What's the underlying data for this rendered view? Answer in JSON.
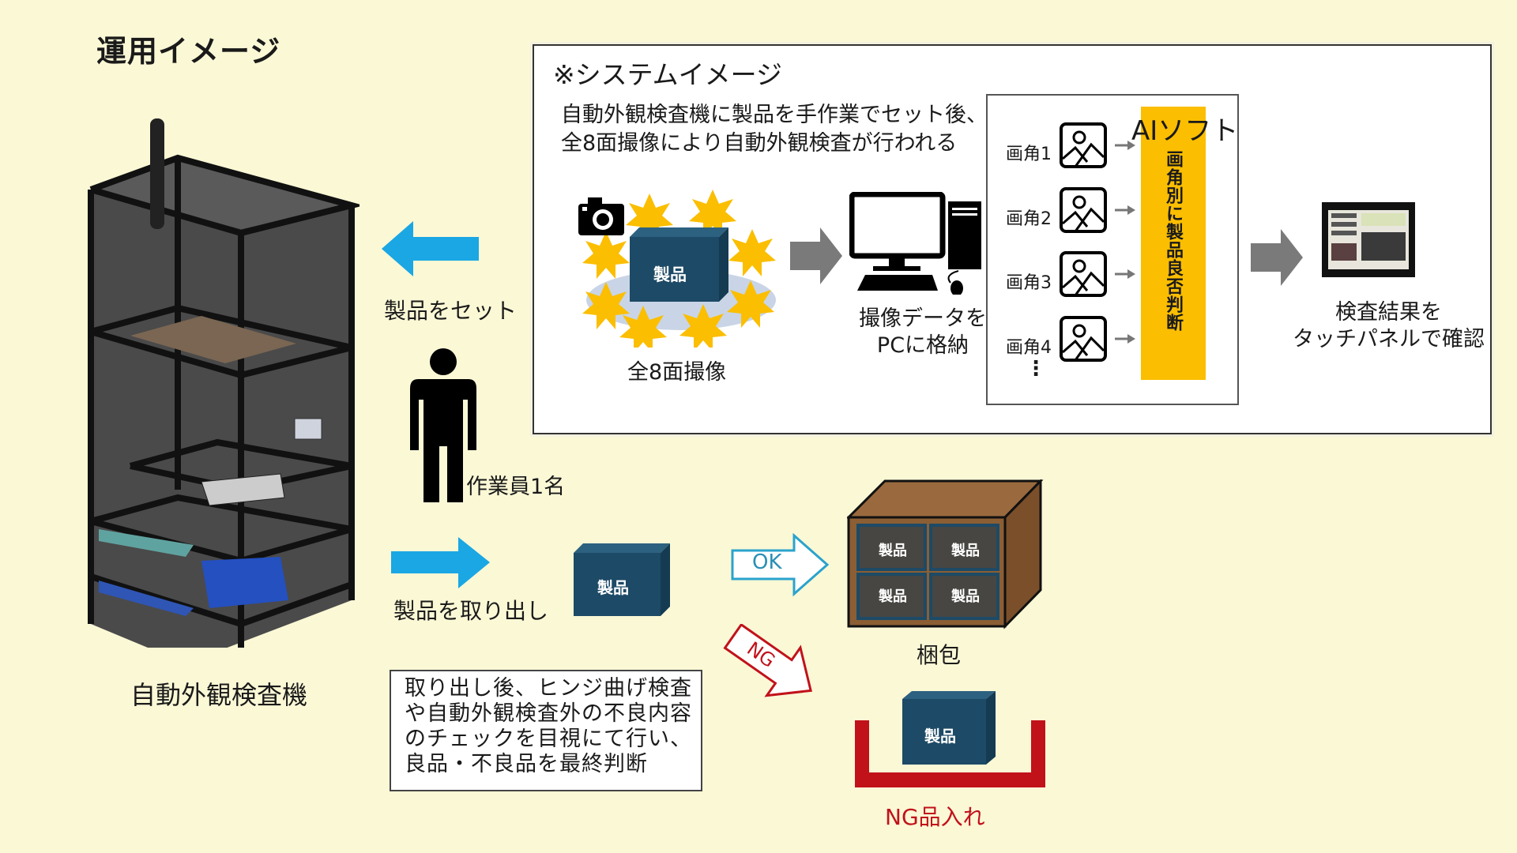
{
  "page": {
    "title": "運用イメージ",
    "machine_label": "自動外観検査機",
    "set_label": "製品をセット",
    "worker_label": "作業員1名",
    "take_out_label": "製品を取り出し",
    "product_label": "製品",
    "ok_label": "OK",
    "ng_label": "NG",
    "packing_label": "梱包",
    "ng_bin_label": "NG品入れ",
    "note": "取り出し後、ヒンジ曲げ検査\nや自動外観検査外の不良内容\nのチェックを目視にて行い、\n良品・不良品を最終判断"
  },
  "system": {
    "title": "※システムイメージ",
    "description": "自動外観検査機に製品を手作業でセット後、\n全8面撮像により自動外観検査が行われる",
    "capture_label": "全8面撮像",
    "pc_label": "撮像データを\nPCに格納",
    "ai": {
      "title": "AIソフト",
      "vertical_text": "画角別に製品良否判断",
      "angles": [
        "画角1",
        "画角2",
        "画角3",
        "画角4"
      ],
      "more": "⋮"
    },
    "result_label": "検査結果を\nタッチパネルで確認"
  },
  "colors": {
    "background": "#fbf8d6",
    "blue_arrow": "#1aa7e4",
    "product_box": "#1d4a66",
    "burst": "#fbbe00",
    "ai_bar": "#fbbe00",
    "ok": "#2aa3cc",
    "ng": "#c1121a",
    "cardboard": "#8b5e34",
    "gray_arrow": "#7a7a7a"
  },
  "icons": {
    "camera": "camera-icon",
    "pc": "desktop-pc-icon",
    "image": "image-icon",
    "touch_panel": "touch-panel-icon",
    "person": "person-icon"
  }
}
